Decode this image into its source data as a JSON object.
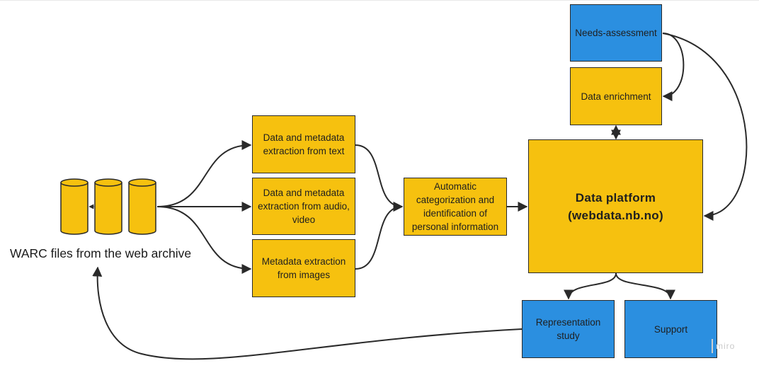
{
  "colors": {
    "process_box": "#f6c10f",
    "external_box": "#2b8fe0",
    "edge": "#2a2a2a"
  },
  "source": {
    "label": "WARC files from the web archive",
    "icon": "database-cylinders"
  },
  "nodes": {
    "extract_text": "Data and metadata extraction from text",
    "extract_av": "Data and metadata extraction from audio, video",
    "extract_images": "Metadata extraction from images",
    "categorization": "Automatic categorization and identification of personal information",
    "platform_title": "Data platform",
    "platform_url": "(webdata.nb.no)",
    "needs": "Needs-assessment",
    "enrichment": "Data enrichment",
    "representation": "Representation study",
    "support": "Support"
  },
  "watermark": "miro"
}
